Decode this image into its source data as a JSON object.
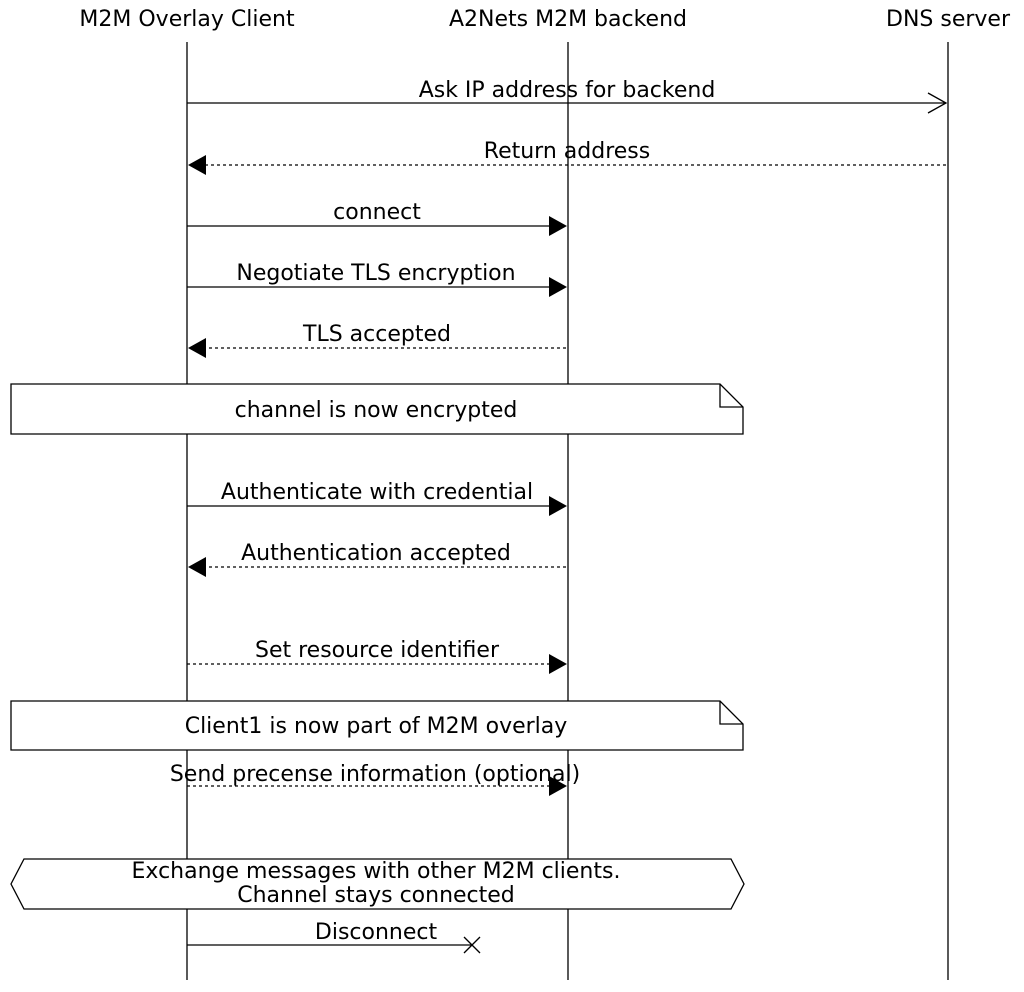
{
  "participants": {
    "client": "M2M Overlay Client",
    "backend": "A2Nets M2M backend",
    "dns": "DNS server"
  },
  "messages": [
    {
      "label": "Ask IP address for backend",
      "from": "client",
      "to": "dns",
      "style": "solid",
      "head": "open"
    },
    {
      "label": "Return address",
      "from": "dns",
      "to": "client",
      "style": "dashed",
      "head": "filled"
    },
    {
      "label": "connect",
      "from": "client",
      "to": "backend",
      "style": "solid",
      "head": "filled"
    },
    {
      "label": "Negotiate TLS encryption",
      "from": "client",
      "to": "backend",
      "style": "solid",
      "head": "filled"
    },
    {
      "label": "TLS accepted",
      "from": "backend",
      "to": "client",
      "style": "dashed",
      "head": "filled"
    },
    {
      "label": "Authenticate with credential",
      "from": "client",
      "to": "backend",
      "style": "solid",
      "head": "filled"
    },
    {
      "label": "Authentication accepted",
      "from": "backend",
      "to": "client",
      "style": "dashed",
      "head": "filled"
    },
    {
      "label": "Set resource identifier",
      "from": "client",
      "to": "backend",
      "style": "dashed",
      "head": "filled"
    },
    {
      "label": "Send precense information (optional)",
      "from": "client",
      "to": "backend",
      "style": "dashed",
      "head": "filled"
    },
    {
      "label": "Disconnect",
      "from": "client",
      "to": "backend",
      "style": "solid",
      "head": "cross"
    }
  ],
  "notes": [
    {
      "text": "channel is now encrypted"
    },
    {
      "text": "Client1 is now part of M2M overlay"
    }
  ],
  "box": {
    "line1": "Exchange messages with other M2M clients.",
    "line2": "Channel stays connected"
  }
}
